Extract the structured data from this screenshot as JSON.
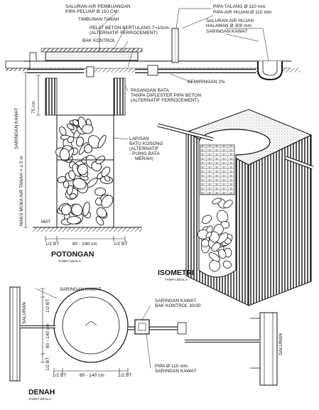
{
  "section": {
    "title": "POTONGAN",
    "subtitle": "TANPA SKALA",
    "labels": {
      "saluran_pembuangan": "SALURAN AIR PEMBUANGAN",
      "pipa_peluap": "PIPA PELUAP Ø 110 CM",
      "timbunan": "TIMBUNAN TANAH",
      "pelat_beton": "PELAT BETON BERTULANG T=10cm",
      "alt_ferro_1": "(ALTERNATIF FERROCEMENT)",
      "bak_kontrol": "BAK KONTROL",
      "pipa_talang": "PIPA TALANG Ø 110 mm",
      "pipa_air_hujan": "PIPA AIR HUJAN Ø 110 mm",
      "saluran_air_hujan": "SALURAN AIR HUJAN",
      "halaman": "HALAMAN Ø 300 mm",
      "saringan_kawat": "SARINGAN KAWAT",
      "kemiringan": "KEMIRINGAN 2%",
      "pasangan_bata": "PASANGAN BATA",
      "tanpa_diplester": "TANPA DIPLESTER PIPA BETON",
      "alt_ferro_2": "(ALTERNATIF FERROCEMENT)",
      "lapisan_1": "LAPISAN",
      "lapisan_2": "BATU KOSONG",
      "lapisan_3": "(ALTERNATIF",
      "lapisan_4": "- PUING BATA",
      "lapisan_5": "MERAH)",
      "dim_75": "75 cm",
      "saringan_kawat_vert": "SARINGAN KAWAT",
      "maks_muka_air": "MAKS MUKA AIR TANAH = ≥ 5 m",
      "mat": "MAT",
      "half_bt_left": "1/2 BT",
      "width_range": "80 - 140 cm",
      "half_bt_right": "1/2 BT"
    }
  },
  "isometric": {
    "title": "ISOMETRI",
    "subtitle": "TANPA SKALA"
  },
  "plan": {
    "title": "DENAH",
    "subtitle": "TANPA SKALA",
    "labels": {
      "saringan_kawat_top": "SARINGAN KAWAT",
      "saringan_kawat_box": "SARINGAN KAWAT",
      "bak_kontrol_3030": "BAK KONTROL 30/30",
      "pipa_110": "PIPA Ø 110 mm",
      "saringan_kawat_bottom": "SARINGAN KAWAT",
      "saluran_left": "SALURAN",
      "saluran_right": "SALURAN",
      "half_bt_v_top": "1/2 BT",
      "width_v": "80 - 140 cm",
      "half_bt_v_bottom": "1/2 BT",
      "half_bt_h_left": "1/2 BT",
      "width_h": "80 - 140 cm",
      "half_bt_h_right": "1/2 BT"
    }
  }
}
